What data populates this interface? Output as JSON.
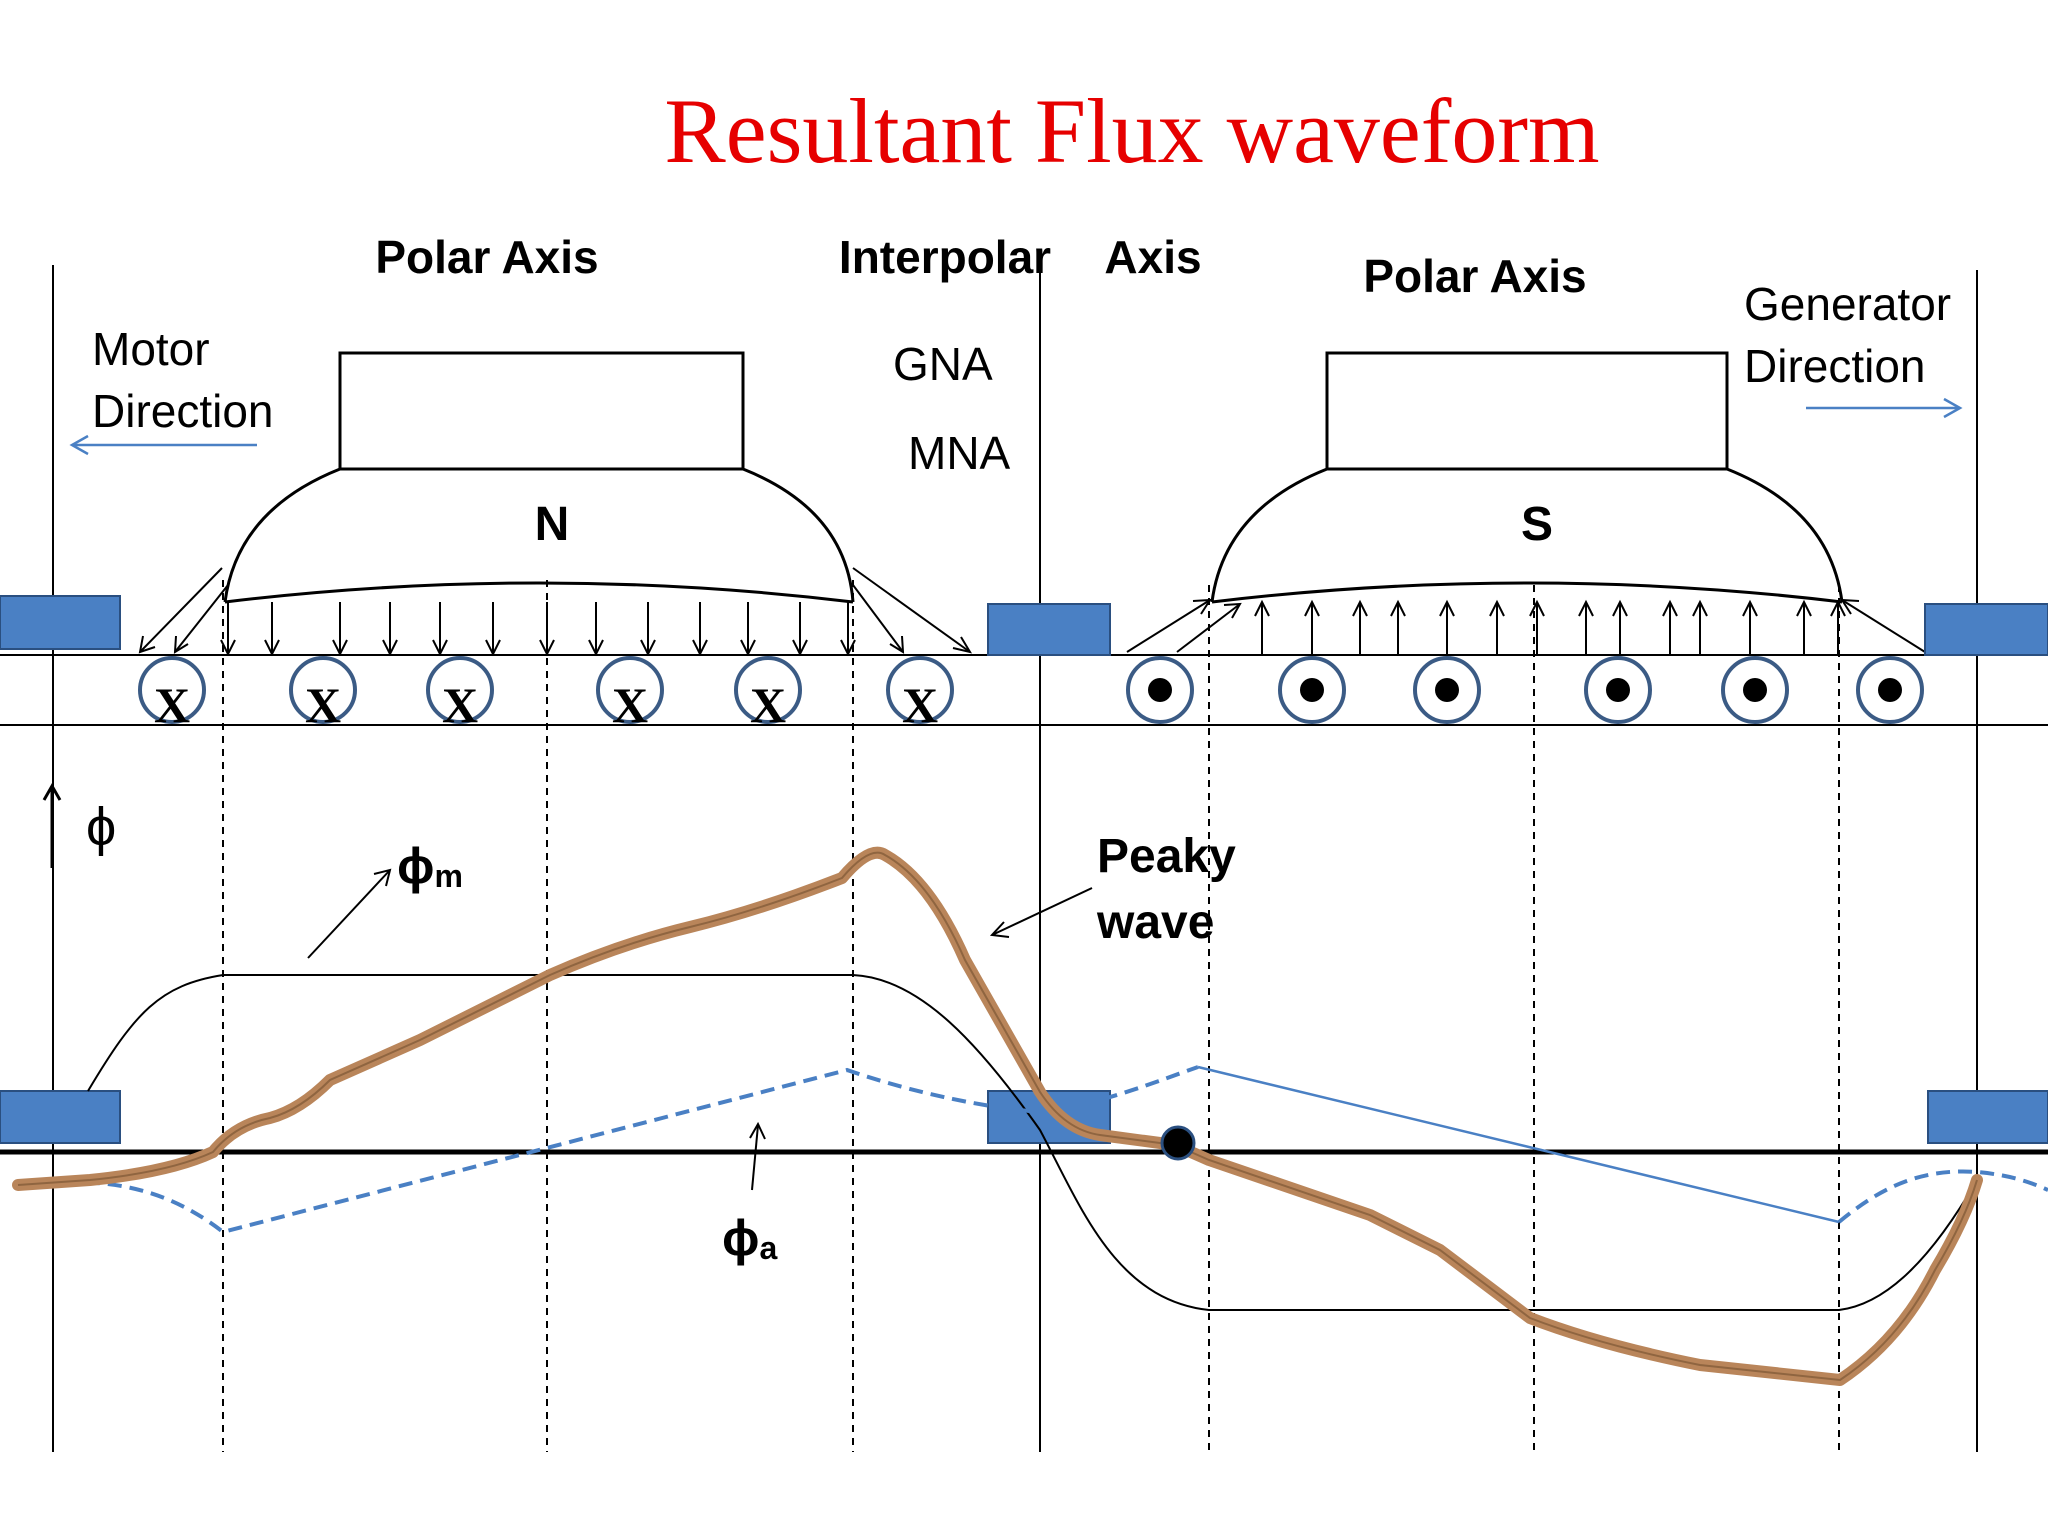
{
  "title": "Resultant Flux waveform",
  "colors": {
    "title": "#e60000",
    "ink": "#000000",
    "brush": "#3b6fb0",
    "brush_edge": "#2a4f80",
    "armature_flux": "#4a80c4",
    "resultant": "#b9855a",
    "conductor_ring": "#3b5b85"
  },
  "labels": {
    "polar_axis_left": "Polar Axis",
    "interpolar": "Interpolar",
    "axis": "Axis",
    "polar_axis_right": "Polar Axis",
    "motor_line1": "Motor",
    "motor_line2": "Direction",
    "generator_line1": "Generator",
    "generator_line2": "Direction",
    "gna": "GNA",
    "mna": "MNA",
    "pole_n": "N",
    "pole_s": "S",
    "phi_axis": "ϕ",
    "phi_m_sym": "ϕ",
    "phi_m_sub": "m",
    "phi_a_sym": "ϕ",
    "phi_a_sub": "a",
    "peaky_line1": "Peaky",
    "peaky_line2": "wave"
  },
  "conductors": {
    "north_mark": "X",
    "south_mark": "•",
    "north_count": 6,
    "south_count": 6
  }
}
